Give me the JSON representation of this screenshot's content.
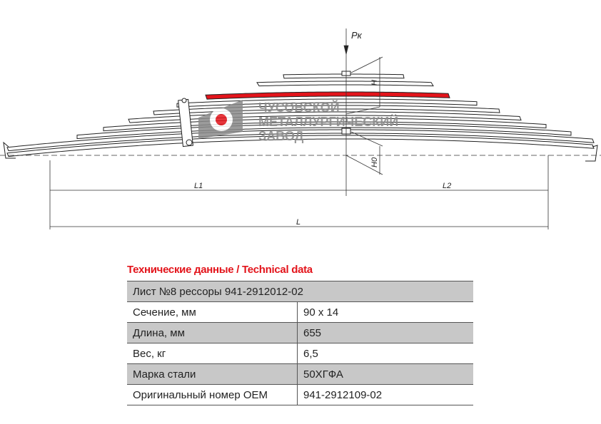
{
  "drawing": {
    "load_label": "Pк",
    "height_label": "H",
    "free_height_label": "H0",
    "l1_label": "L1",
    "l2_label": "L2",
    "l_label": "L",
    "logo": {
      "line1": "ЧУСОВСКОЙ",
      "line2": "МЕТАЛЛУРГИЧЕСКИЙ",
      "line3": "ЗАВОД"
    },
    "highlight_color": "#e3141b"
  },
  "specs": {
    "title": "Технические данные / Technical data",
    "header": "Лист №8 рессоры 941-2912012-02",
    "rows": [
      {
        "label": "Сечение, мм",
        "value": "90 х 14"
      },
      {
        "label": "Длина, мм",
        "value": "655"
      },
      {
        "label": "Вес, кг",
        "value": "6,5"
      },
      {
        "label": "Марка стали",
        "value": "50ХГФА"
      },
      {
        "label": "Оригинальный номер OEM",
        "value": "941-2912109-02"
      }
    ]
  }
}
